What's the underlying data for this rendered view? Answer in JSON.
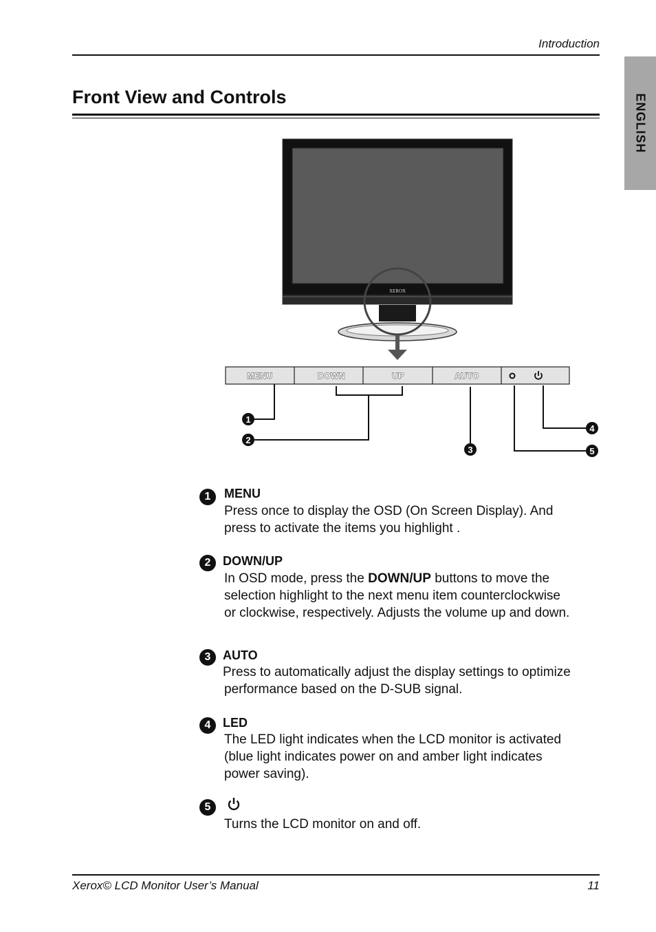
{
  "header": {
    "section": "Introduction",
    "side_tab": "ENGLISH"
  },
  "title": "Front View and Controls",
  "figure": {
    "brand": "XEROX",
    "buttons": [
      "MENU",
      "DOWN",
      "UP",
      "AUTO"
    ],
    "callouts": [
      "1",
      "2",
      "3",
      "4",
      "5"
    ]
  },
  "items": [
    {
      "number": "1",
      "heading": "MENU",
      "lines": [
        "Press once to display the OSD (On Screen Display). And",
        "press to activate the items you highlight ."
      ]
    },
    {
      "number": "2",
      "heading": "DOWN/UP",
      "line1_pre": "In OSD mode, press the ",
      "line1_bold": "DOWN/UP",
      "line1_post": " buttons to move the",
      "lines": [
        "selection highlight to the next menu item counterclockwise",
        "or clockwise, respectively. Adjusts the volume up and down."
      ]
    },
    {
      "number": "3",
      "heading": "AUTO",
      "lines": [
        "Press to automatically adjust the display settings to optimize",
        "performance based on the D-SUB signal."
      ]
    },
    {
      "number": "4",
      "heading": "LED",
      "lines": [
        "The LED light indicates when the LCD monitor is activated",
        "(blue light indicates power on and amber light indicates",
        "power saving)."
      ]
    },
    {
      "number": "5",
      "heading_icon": "power-icon",
      "lines": [
        "Turns the LCD monitor on and off."
      ]
    }
  ],
  "footer": {
    "left": "Xerox© LCD Monitor User’s Manual",
    "page": "11"
  }
}
